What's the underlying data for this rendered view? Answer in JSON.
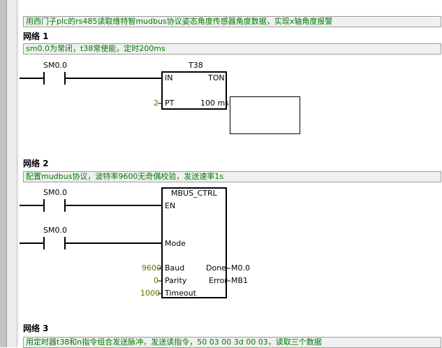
{
  "header_comment": "用西门子plc的rs485读取维特智mudbus协议姿态角度传感器角度数据，实现x轴角度报警",
  "networks": [
    {
      "title": "网络 1",
      "comment": "sm0.0为常闭，t38常使能，定时200ms",
      "contact": "SM0.0",
      "timer": {
        "name": "T38",
        "in_label": "IN",
        "type": "TON",
        "pt_value": "2",
        "pt_label": "PT",
        "base": "100 ms"
      }
    },
    {
      "title": "网络 2",
      "comment": "配置mudbus协议，波特率9600无奇偶校验，发送速率1s",
      "contact_en": "SM0.0",
      "contact_mode": "SM0.0",
      "block": {
        "name": "MBUS_CTRL",
        "en_label": "EN",
        "mode_label": "Mode",
        "baud_value": "9600",
        "baud_label": "Baud",
        "parity_value": "0",
        "parity_label": "Parity",
        "timeout_value": "1000",
        "timeout_label": "Timeout",
        "done_label": "Done",
        "done_output": "M0.0",
        "error_label": "Error",
        "error_output": "MB1"
      }
    },
    {
      "title": "网络 3",
      "comment": "用定时器t38和n指令组合发送脉冲，发送读指令，50 03 00 3d 00 03，读取三个数据"
    }
  ]
}
